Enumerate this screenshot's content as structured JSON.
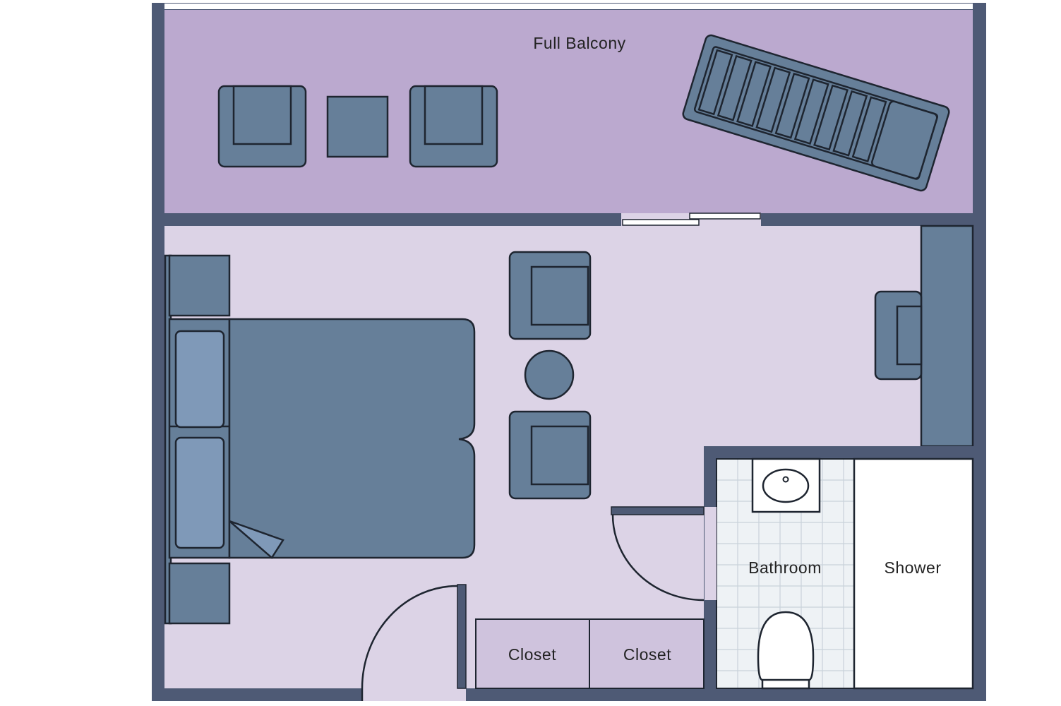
{
  "plan": {
    "rooms": {
      "balcony": "Full Balcony",
      "bathroom": "Bathroom",
      "shower": "Shower",
      "closet_1": "Closet",
      "closet_2": "Closet"
    },
    "colors": {
      "wall": "#4e5a75",
      "balcony": "#bba9cf",
      "stateroom": "#dcd3e6",
      "furniture": "#667f99",
      "pillow": "#7f99b8",
      "closet": "#cfc3dd",
      "bath_tile": "#eef2f5"
    }
  }
}
